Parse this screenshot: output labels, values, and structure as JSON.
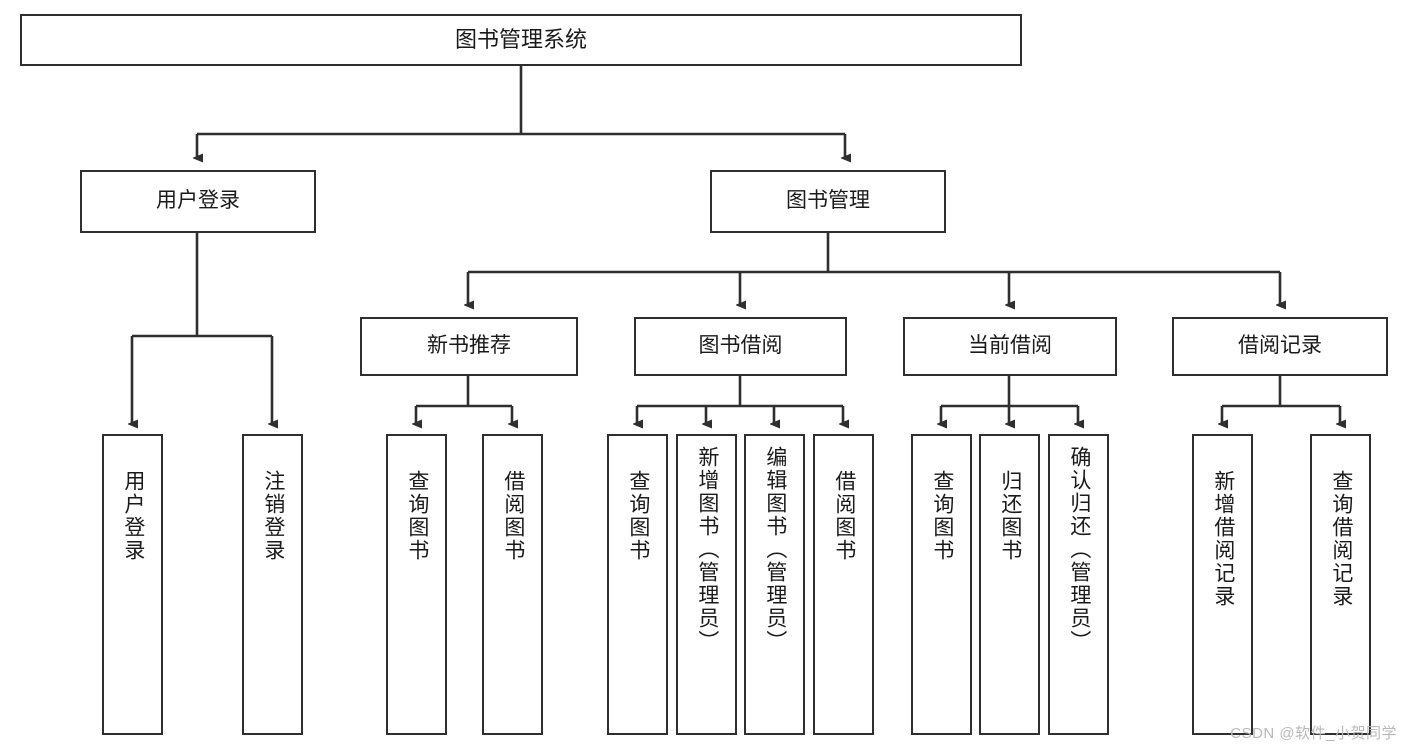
{
  "diagram": {
    "title": "图书管理系统",
    "type": "tree-hierarchy-diagram",
    "colors": {
      "box_border": "#2f2f2f",
      "box_fill": "#ffffff",
      "line": "#2f2f2f",
      "text": "#1a1a1a",
      "watermark": "#b9b9b9"
    },
    "watermark": "CSDN @软件_小贺同学",
    "root": {
      "label": "图书管理系统"
    },
    "level1": [
      {
        "id": "user-login",
        "label": "用户登录"
      },
      {
        "id": "book-management",
        "label": "图书管理"
      }
    ],
    "level2": [
      {
        "id": "new-book-recommend",
        "label": "新书推荐",
        "parent": "book-management"
      },
      {
        "id": "book-borrow",
        "label": "图书借阅",
        "parent": "book-management"
      },
      {
        "id": "current-borrow",
        "label": "当前借阅",
        "parent": "book-management"
      },
      {
        "id": "borrow-record",
        "label": "借阅记录",
        "parent": "book-management"
      }
    ],
    "leaves": {
      "user_login": [
        {
          "id": "leaf-user-login",
          "label": "用户登录"
        },
        {
          "id": "leaf-logout-login",
          "label": "注销登录"
        }
      ],
      "new_book_recommend": [
        {
          "id": "leaf-query-book-1",
          "label": "查询图书"
        },
        {
          "id": "leaf-borrow-book-1",
          "label": "借阅图书"
        }
      ],
      "book_borrow": [
        {
          "id": "leaf-query-book-2",
          "label": "查询图书"
        },
        {
          "id": "leaf-add-book-admin",
          "label": "新增图书（管理员）"
        },
        {
          "id": "leaf-edit-book-admin",
          "label": "编辑图书（管理员）"
        },
        {
          "id": "leaf-borrow-book-2",
          "label": "借阅图书"
        }
      ],
      "current_borrow": [
        {
          "id": "leaf-query-book-3",
          "label": "查询图书"
        },
        {
          "id": "leaf-return-book",
          "label": "归还图书"
        },
        {
          "id": "leaf-confirm-return-admin",
          "label": "确认归还（管理员）"
        }
      ],
      "borrow_record": [
        {
          "id": "leaf-add-borrow-record",
          "label": "新增借阅记录"
        },
        {
          "id": "leaf-query-borrow-record",
          "label": "查询借阅记录"
        }
      ]
    }
  }
}
